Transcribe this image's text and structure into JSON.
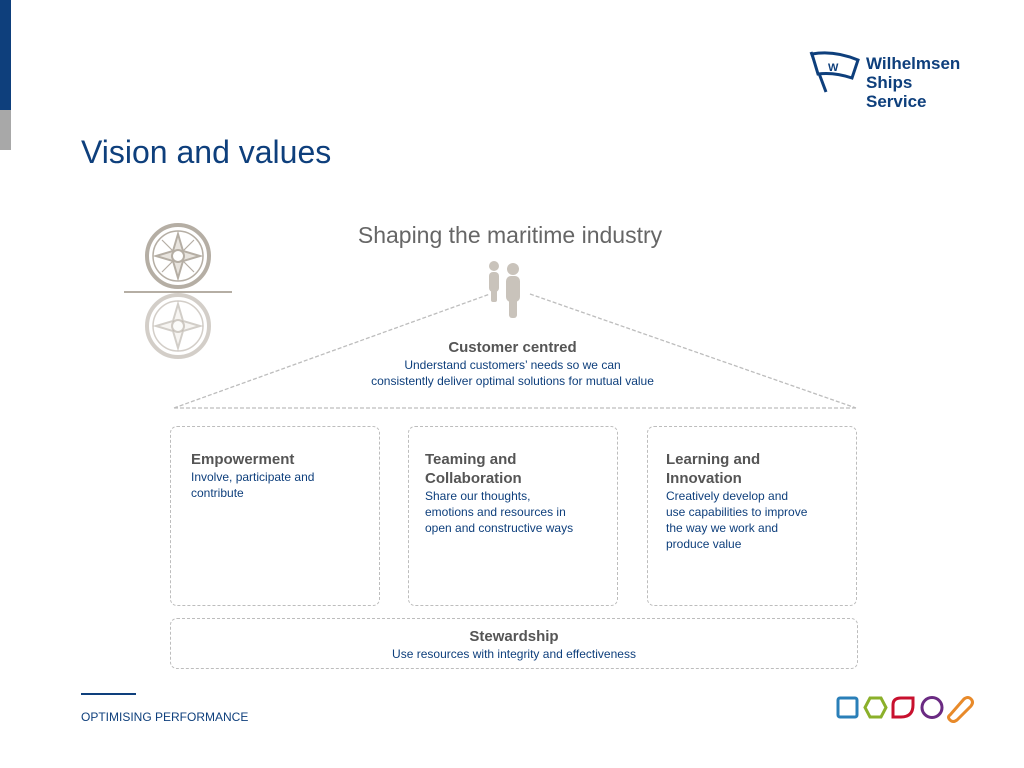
{
  "header": {
    "logo_line1": "Wilhelmsen",
    "logo_line2": "Ships Service",
    "logo_flag_letter": "W"
  },
  "title": "Vision and values",
  "diagram": {
    "subtitle": "Shaping the maritime industry",
    "roof": {
      "heading": "Customer centred",
      "description_line1": "Understand customers’ needs so we can",
      "description_line2": "consistently deliver optimal solutions for mutual value"
    },
    "pillars": [
      {
        "heading_lines": [
          "Empowerment"
        ],
        "description_lines": [
          "Involve, participate and",
          "contribute"
        ]
      },
      {
        "heading_lines": [
          "Teaming and",
          "Collaboration"
        ],
        "description_lines": [
          "Share our thoughts,",
          "emotions and resources in",
          "open and constructive ways"
        ]
      },
      {
        "heading_lines": [
          "Learning and",
          "Innovation"
        ],
        "description_lines": [
          "Creatively develop and",
          "use capabilities to improve",
          "the way we work and",
          "produce value"
        ]
      }
    ],
    "base": {
      "heading": "Stewardship",
      "description": "Use resources with integrity and effectiveness"
    }
  },
  "footer": {
    "text": "OPTIMISING PERFORMANCE"
  },
  "colors": {
    "brand_blue": "#0e3f7c",
    "square": "#2a7fb8",
    "hexagon": "#8bb02a",
    "shield": "#c8102e",
    "circle": "#6a2a82",
    "pill": "#e88a2a"
  },
  "icons": [
    "compass-icon",
    "people-icon",
    "flag-icon"
  ]
}
